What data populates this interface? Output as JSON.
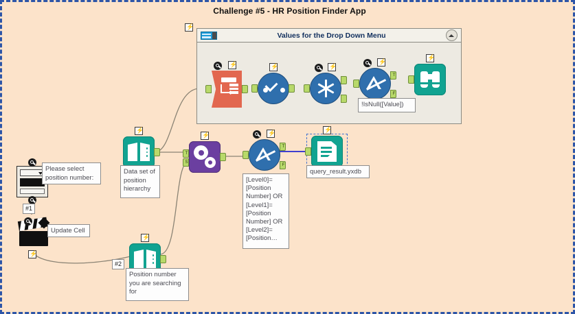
{
  "workflow": {
    "title": "Challenge #5 - HR Position Finder App",
    "canvas_color": "#fce3ca",
    "selection_border_color": "#2d55a8"
  },
  "container": {
    "title": "Values for the Drop Down Menu",
    "icon": "container-icon",
    "collapse_icon": "chevron-up-icon",
    "background": "#edeae2"
  },
  "tools": {
    "transpose": {
      "name": "transpose-tool",
      "color": "#e2674f"
    },
    "select": {
      "name": "select-tool",
      "color": "#2f6fad"
    },
    "unique": {
      "name": "unique-tool",
      "color": "#2f6fad"
    },
    "filter_top": {
      "name": "filter-tool",
      "color": "#2f6fad",
      "out_true": "T",
      "out_false": "F"
    },
    "browse": {
      "name": "browse-tool",
      "color": "#11a391"
    },
    "text_input_hierarchy": {
      "name": "text-input-tool",
      "color": "#11a391"
    },
    "dynamic_rename": {
      "name": "dynamic-tool",
      "color": "#6b3fa0",
      "in_top": "T",
      "in_bottom": "S"
    },
    "filter_main": {
      "name": "filter-tool",
      "color": "#2f6fad",
      "out_true": "T",
      "out_false": "F"
    },
    "output_data": {
      "name": "output-data-tool",
      "color": "#11a391"
    },
    "drop_down": {
      "name": "drop-down-interface-tool"
    },
    "action": {
      "name": "action-tool"
    },
    "text_input_search": {
      "name": "text-input-tool",
      "color": "#11a391"
    }
  },
  "annotations": {
    "filter_top_expr": "!IsNull([Value])",
    "hierarchy": "Data set of\nposition\nhierarchy",
    "filter_main_expr": "[Level0]=\n[Position\nNumber] OR\n[Level1]=\n[Position\nNumber] OR\n[Level2]=\n[Position…",
    "output_file": "query_result.yxdb",
    "drop_down": "Please select\nposition number:",
    "action": "Update Cell",
    "search": "Position number\nyou are searching\nfor"
  },
  "connection_labels": {
    "one": "#1",
    "two": "#2"
  },
  "colors": {
    "link": "#8a8374",
    "link_selected": "#3f3fd0",
    "port": "#b8d96a"
  }
}
